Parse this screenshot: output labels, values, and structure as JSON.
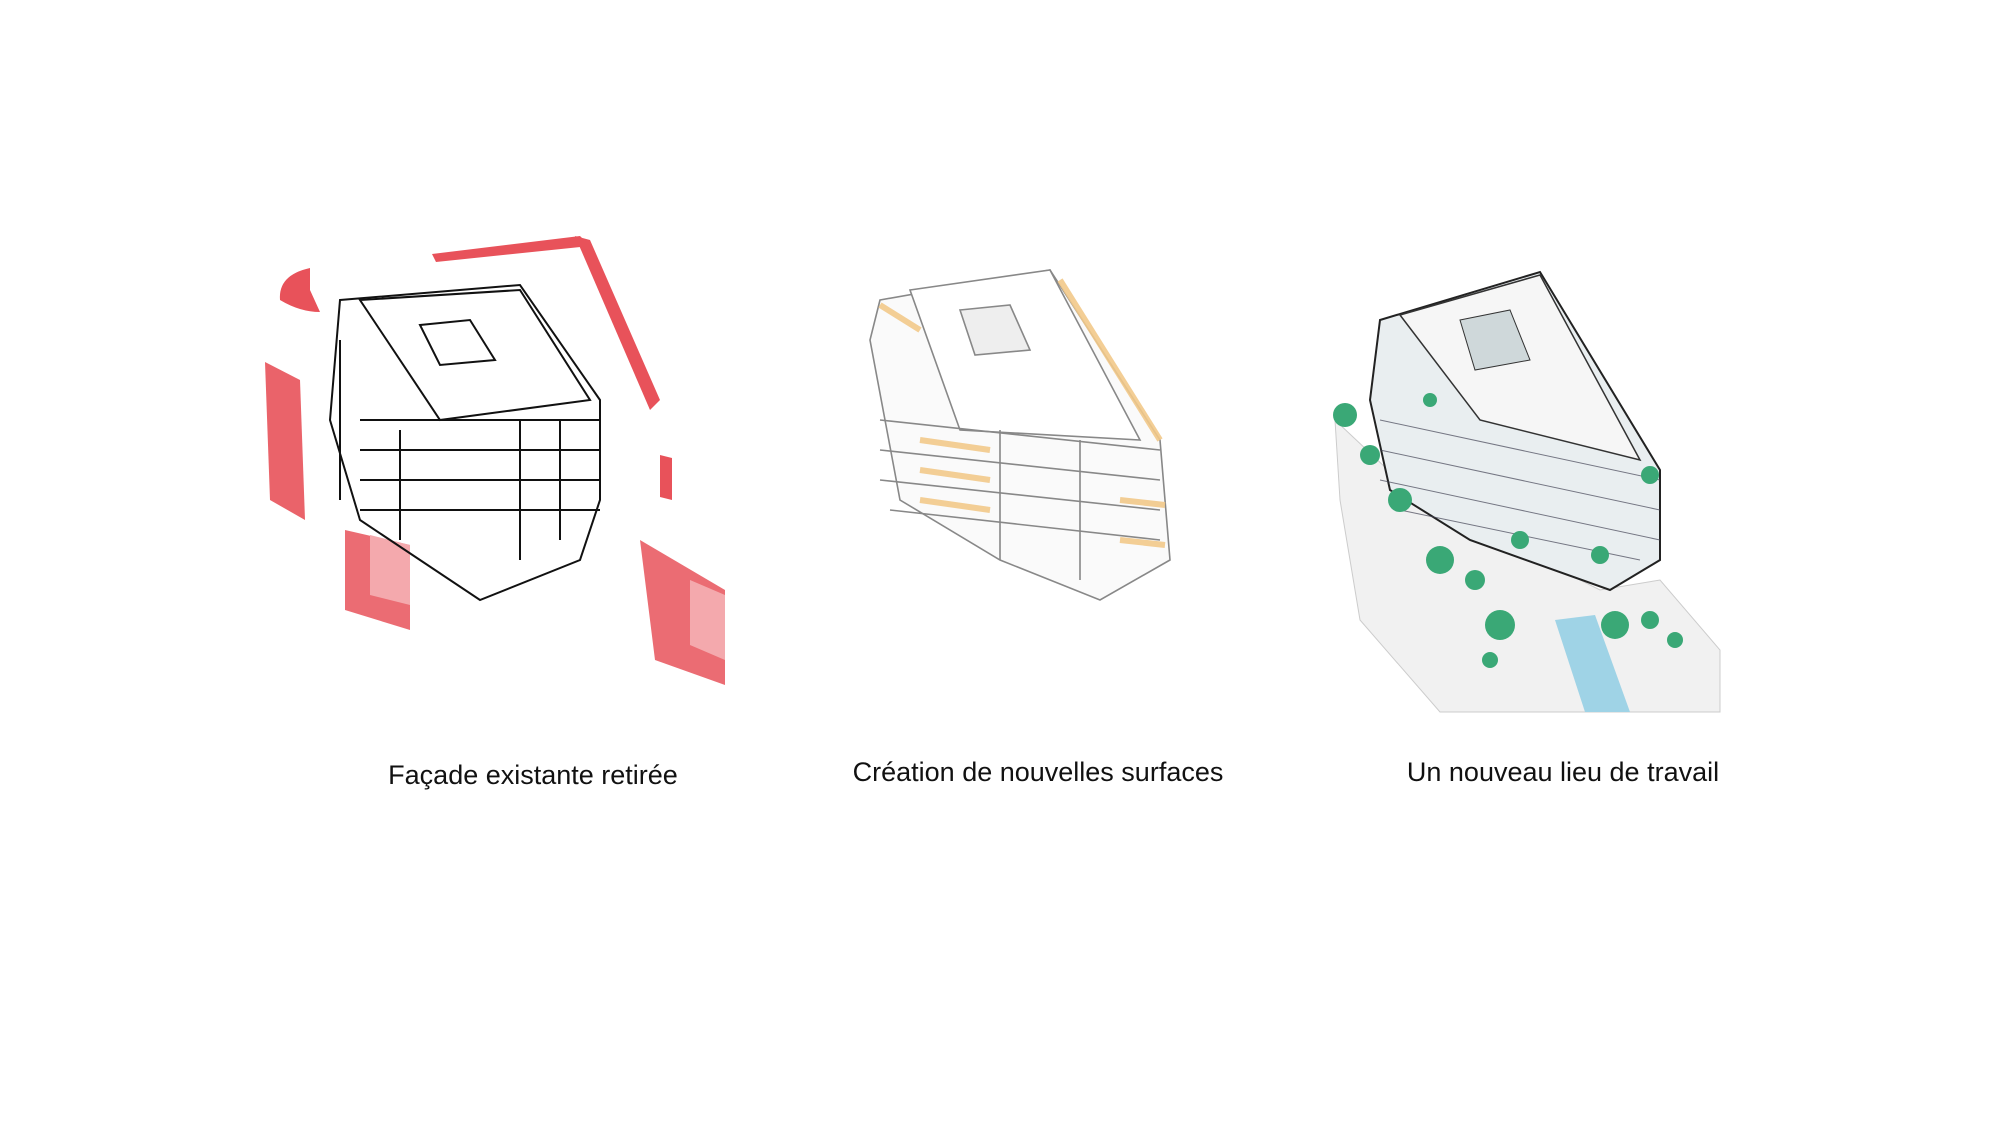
{
  "panels": [
    {
      "caption": "Façade existante retirée",
      "accent": "#e8525a"
    },
    {
      "caption": "Création de nouvelles surfaces",
      "accent": "#f2c98a"
    },
    {
      "caption": "Un nouveau lieu de travail",
      "accent": "#3aa876",
      "water": "#9fd3e6"
    }
  ]
}
